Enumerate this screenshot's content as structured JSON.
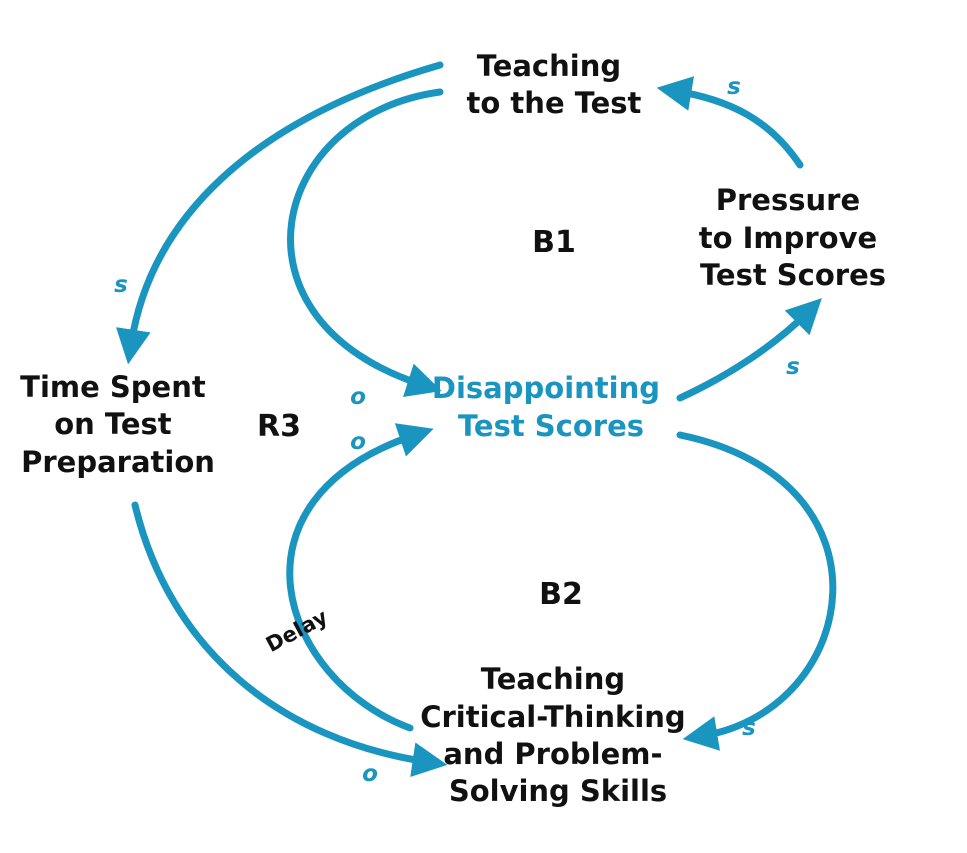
{
  "colors": {
    "accent": "#1a95bf",
    "text": "#111111"
  },
  "nodes": {
    "teaching_test": [
      "Teaching",
      "to the Test"
    ],
    "pressure": [
      "Pressure",
      "to Improve",
      "Test Scores"
    ],
    "disappointing": [
      "Disappointing",
      "Test Scores"
    ],
    "time_spent": [
      "Time Spent",
      "on Test",
      "Preparation"
    ],
    "critical": [
      "Teaching",
      "Critical-Thinking",
      "and Problem-",
      "Solving Skills"
    ]
  },
  "loops": {
    "b1": "B1",
    "b2": "B2",
    "r3": "R3"
  },
  "polarity": {
    "pressure_to_teaching": "s",
    "disappointing_to_pressure": "s",
    "teaching_to_time": "s",
    "teaching_to_disappointing": "o",
    "critical_to_disappointing": "o",
    "time_to_critical": "o",
    "disappointing_to_critical": "s"
  },
  "delay_label": "Delay"
}
